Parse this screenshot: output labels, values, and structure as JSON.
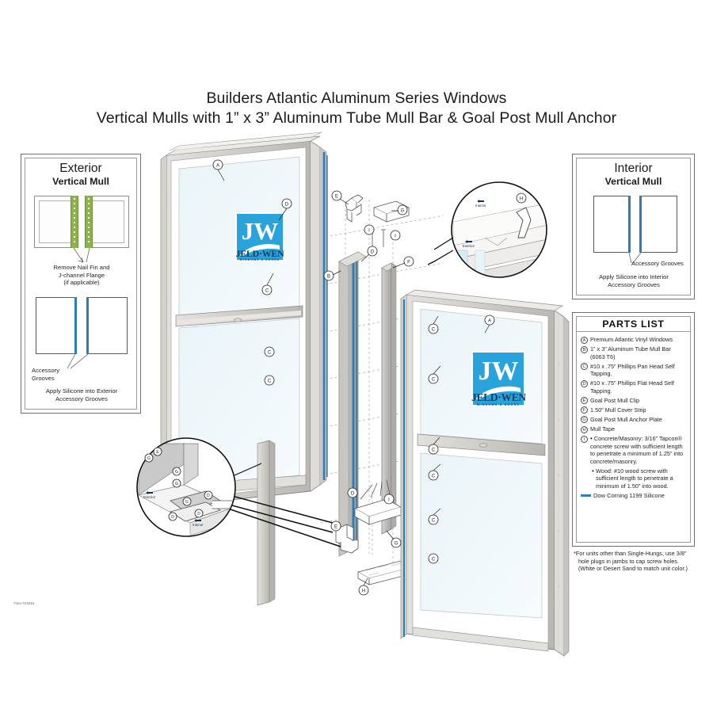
{
  "document": {
    "title_line1": "Builders Atlantic Aluminum Series Windows",
    "title_line2": "Vertical Mulls with 1” x 3” Aluminum Tube Mull Bar & Goal Post Mull Anchor",
    "doc_code": "Titan #25682"
  },
  "exterior_panel": {
    "title": "Exterior",
    "subtitle": "Vertical Mull",
    "caption_top": "Remove Nail Fin and\nJ-channel Flange\n(if applicable)",
    "caption_top_lines": [
      "Remove Nail Fin and",
      "J-channel Flange",
      "(if applicable)"
    ],
    "label_grooves_line1": "Accessory",
    "label_grooves_line2": "Grooves",
    "caption_bottom_line1": "Apply Silicone into Exterior",
    "caption_bottom_line2": "Accessory Grooves",
    "nailfin_color": "#8cb44a",
    "groove_color": "#2a7fb8"
  },
  "interior_panel": {
    "title": "Interior",
    "subtitle": "Vertical Mull",
    "label_grooves": "Accessory Grooves",
    "caption_line1": "Apply Silicone into Interior",
    "caption_line2": "Accessory Grooves",
    "groove_color": "#2a7fb8"
  },
  "parts_list": {
    "header": "PARTS LIST",
    "items": [
      {
        "letter": "A",
        "text": "Premium Atlantic Vinyl Windows"
      },
      {
        "letter": "B",
        "text": "1” x 3” Aluminum Tube Mull Bar (6063 T6)"
      },
      {
        "letter": "C",
        "text": "#10 x .75” Phillips Pan Head Self Tapping."
      },
      {
        "letter": "D",
        "text": "#10 x .75” Phillips Flat Head Self Tapping."
      },
      {
        "letter": "E",
        "text": "Goal Post Mull Clip"
      },
      {
        "letter": "F",
        "text": "1.50” Mull Cover Strip"
      },
      {
        "letter": "G",
        "text": "Goal Post Mull Anchor Plate"
      },
      {
        "letter": "H",
        "text": "Mull Tape"
      }
    ],
    "item_i": {
      "letter": "I",
      "bullets": [
        "Concrete/Masonry: 3/16” Tapcon® concrete screw with sufficient length to penetrate a minimum of 1.25” into concrete/masonry.",
        "Wood: #10 wood screw with sufficient length to penetrate a minimum of 1.50” into wood."
      ]
    },
    "silicone_legend": "Dow Corning 1199 Silicone",
    "silicone_color": "#2a7fb8"
  },
  "footnote": {
    "text": "*For units  other than Single-Hungs, use 3/8” hole plugs in jambs to cap screw  holes. (White or Desert Sand to match unit color.)"
  },
  "logo": {
    "mark": "JW",
    "brand": "JELD·WEN",
    "tagline": "WINDOWS & DOORS",
    "square_color": "#29a3dc",
    "brand_color": "#1b3a5c"
  },
  "drawing": {
    "callouts_left_window": [
      "A",
      "D",
      "C",
      "C",
      "C"
    ],
    "callouts_center": [
      "E",
      "G",
      "I",
      "I",
      "D",
      "B",
      "D"
    ],
    "callouts_right_window": [
      "A",
      "C",
      "C",
      "C",
      "C",
      "C",
      "I",
      "C"
    ],
    "callouts_bottom": [
      "E",
      "G",
      "H"
    ],
    "detail_top": {
      "letters": [
        "H"
      ],
      "tags": [
        "Interior",
        "Exterior"
      ]
    },
    "detail_bottom": {
      "letters": [
        "E",
        "G",
        "G",
        "G",
        "G",
        "D",
        "D"
      ],
      "tags": [
        "Exterior",
        "Interior"
      ]
    },
    "direction_tags": [
      "Exterior",
      "Interior"
    ]
  }
}
